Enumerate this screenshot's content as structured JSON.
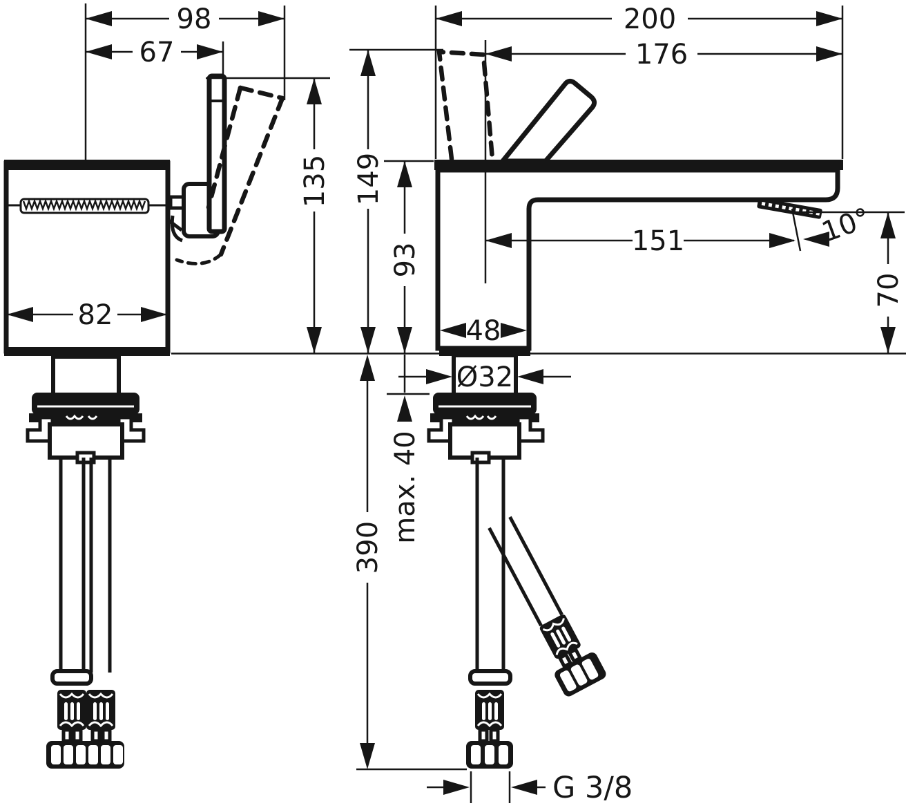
{
  "colors": {
    "ink": "#161616",
    "paper": "#ffffff"
  },
  "views": {
    "front": {
      "dims": {
        "total_width": "98",
        "handle_offset": "67",
        "handle_height": "135",
        "body_width": "82"
      }
    },
    "side": {
      "dims": {
        "total_depth": "200",
        "depth_to_handle": "176",
        "total_height": "149",
        "spout_clearance": "93",
        "spout_reach": "151",
        "spray_angle": "10°",
        "outlet_height": "70",
        "body_depth": "48",
        "shank_diameter": "Ø32",
        "max_deck_thickness": "max. 40",
        "install_depth": "390",
        "thread": "G 3/8"
      }
    }
  }
}
